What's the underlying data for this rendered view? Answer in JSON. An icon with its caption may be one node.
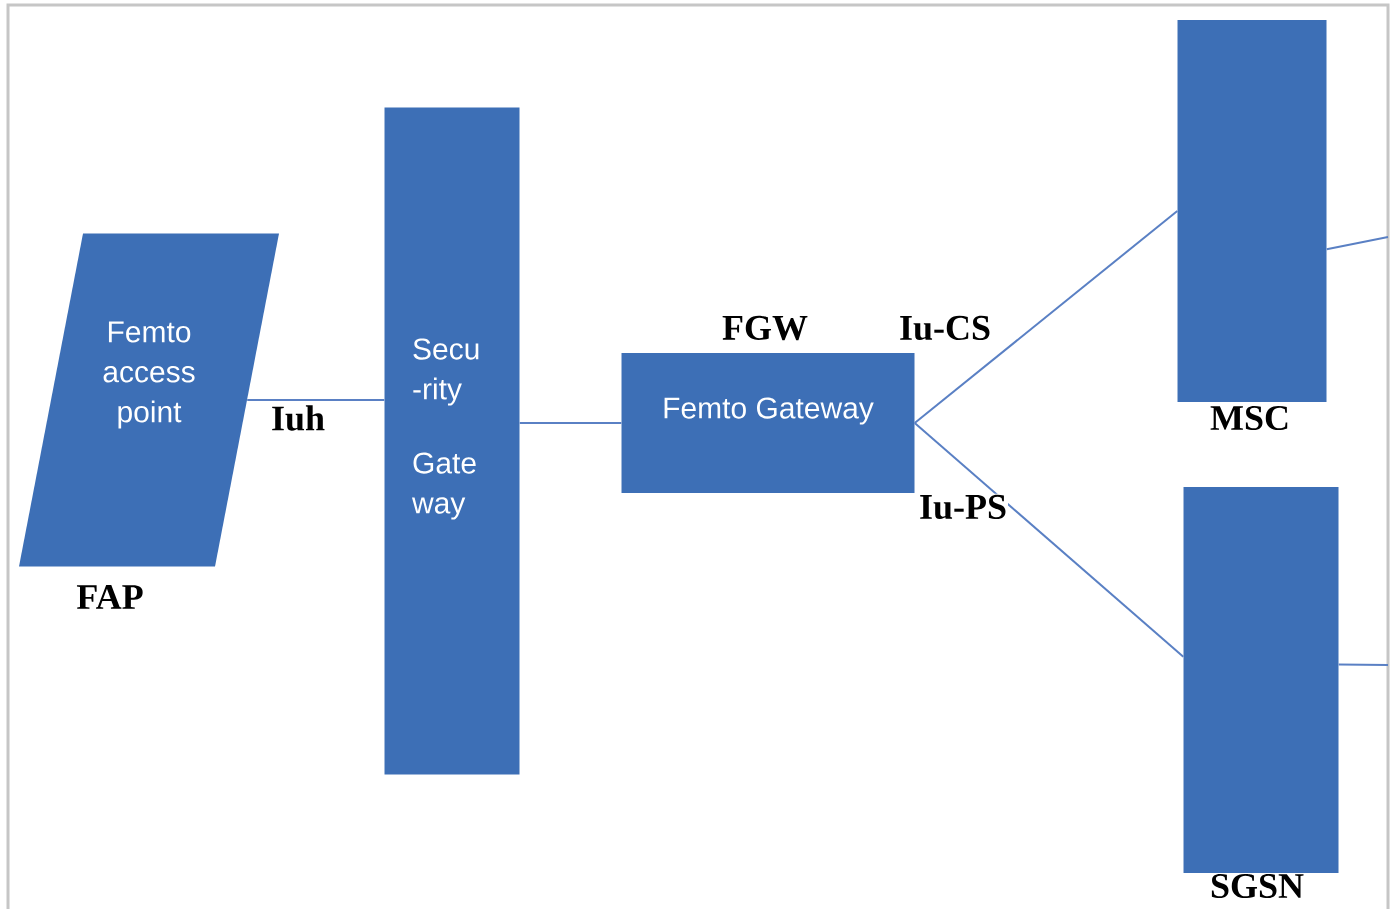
{
  "diagram": {
    "nodes": [
      {
        "text": [
          "Femto access point",
          "FAP"
        ]
      },
      {
        "text": [
          "Secu -rity",
          "Gate way"
        ]
      },
      {
        "text": [
          "FGW",
          "Femto Gateway"
        ]
      },
      {
        "text": [
          "MSC"
        ]
      },
      {
        "text": [
          "SGSN"
        ]
      }
    ],
    "edges": [
      {
        "from": 0,
        "to": 1,
        "arrow": "none",
        "label": "Iuh"
      },
      {
        "from": 1,
        "to": 2,
        "arrow": "none"
      },
      {
        "from": 2,
        "to": 3,
        "arrow": "none",
        "label": "Iu-CS"
      },
      {
        "from": 2,
        "to": 4,
        "arrow": "none",
        "label": "Iu-PS"
      },
      {
        "from": 3,
        "to": null,
        "arrow": "none"
      },
      {
        "from": 4,
        "to": null,
        "arrow": "none"
      }
    ]
  }
}
